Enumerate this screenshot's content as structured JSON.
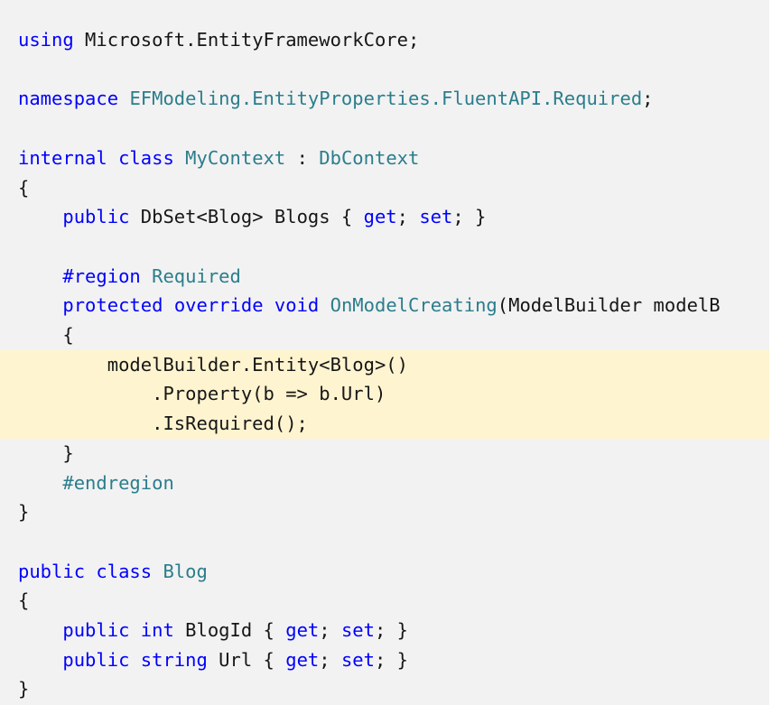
{
  "code": {
    "language": "csharp",
    "highlighted_lines": [
      11,
      12,
      13
    ],
    "lines": [
      [
        {
          "t": "using",
          "c": "kw"
        },
        {
          "t": " Microsoft.EntityFrameworkCore;",
          "c": "pl"
        }
      ],
      [],
      [
        {
          "t": "namespace",
          "c": "kw"
        },
        {
          "t": " ",
          "c": "pl"
        },
        {
          "t": "EFModeling.EntityProperties.FluentAPI.Required",
          "c": "ty"
        },
        {
          "t": ";",
          "c": "pl"
        }
      ],
      [],
      [
        {
          "t": "internal",
          "c": "kw"
        },
        {
          "t": " ",
          "c": "pl"
        },
        {
          "t": "class",
          "c": "kw"
        },
        {
          "t": " ",
          "c": "pl"
        },
        {
          "t": "MyContext",
          "c": "ty"
        },
        {
          "t": " : ",
          "c": "pl"
        },
        {
          "t": "DbContext",
          "c": "ty"
        }
      ],
      [
        {
          "t": "{",
          "c": "pl"
        }
      ],
      [
        {
          "t": "    ",
          "c": "pl"
        },
        {
          "t": "public",
          "c": "kw"
        },
        {
          "t": " DbSet<Blog> Blogs { ",
          "c": "pl"
        },
        {
          "t": "get",
          "c": "kw"
        },
        {
          "t": "; ",
          "c": "pl"
        },
        {
          "t": "set",
          "c": "kw"
        },
        {
          "t": "; }",
          "c": "pl"
        }
      ],
      [],
      [
        {
          "t": "    ",
          "c": "pl"
        },
        {
          "t": "#region",
          "c": "kw"
        },
        {
          "t": " ",
          "c": "pl"
        },
        {
          "t": "Required",
          "c": "ty"
        }
      ],
      [
        {
          "t": "    ",
          "c": "pl"
        },
        {
          "t": "protected",
          "c": "kw"
        },
        {
          "t": " ",
          "c": "pl"
        },
        {
          "t": "override",
          "c": "kw"
        },
        {
          "t": " ",
          "c": "pl"
        },
        {
          "t": "void",
          "c": "kw"
        },
        {
          "t": " ",
          "c": "pl"
        },
        {
          "t": "OnModelCreating",
          "c": "ty"
        },
        {
          "t": "(ModelBuilder modelB",
          "c": "pl"
        }
      ],
      [
        {
          "t": "    {",
          "c": "pl"
        }
      ],
      [
        {
          "t": "        modelBuilder.Entity<Blog>()",
          "c": "pl"
        }
      ],
      [
        {
          "t": "            .Property(b => b.Url)",
          "c": "pl"
        }
      ],
      [
        {
          "t": "            .IsRequired();",
          "c": "pl"
        }
      ],
      [
        {
          "t": "    }",
          "c": "pl"
        }
      ],
      [
        {
          "t": "    ",
          "c": "pl"
        },
        {
          "t": "#endregion",
          "c": "ty"
        }
      ],
      [
        {
          "t": "}",
          "c": "pl"
        }
      ],
      [],
      [
        {
          "t": "public",
          "c": "kw"
        },
        {
          "t": " ",
          "c": "pl"
        },
        {
          "t": "class",
          "c": "kw"
        },
        {
          "t": " ",
          "c": "pl"
        },
        {
          "t": "Blog",
          "c": "ty"
        }
      ],
      [
        {
          "t": "{",
          "c": "pl"
        }
      ],
      [
        {
          "t": "    ",
          "c": "pl"
        },
        {
          "t": "public",
          "c": "kw"
        },
        {
          "t": " ",
          "c": "pl"
        },
        {
          "t": "int",
          "c": "kw"
        },
        {
          "t": " BlogId { ",
          "c": "pl"
        },
        {
          "t": "get",
          "c": "kw"
        },
        {
          "t": "; ",
          "c": "pl"
        },
        {
          "t": "set",
          "c": "kw"
        },
        {
          "t": "; }",
          "c": "pl"
        }
      ],
      [
        {
          "t": "    ",
          "c": "pl"
        },
        {
          "t": "public",
          "c": "kw"
        },
        {
          "t": " ",
          "c": "pl"
        },
        {
          "t": "string",
          "c": "kw"
        },
        {
          "t": " Url { ",
          "c": "pl"
        },
        {
          "t": "get",
          "c": "kw"
        },
        {
          "t": "; ",
          "c": "pl"
        },
        {
          "t": "set",
          "c": "kw"
        },
        {
          "t": "; }",
          "c": "pl"
        }
      ],
      [
        {
          "t": "}",
          "c": "pl"
        }
      ]
    ]
  },
  "colors": {
    "background": "#f2f2f2",
    "highlight": "#fff4d0",
    "keyword": "#0101fd",
    "type": "#2b7d8c",
    "text": "#161616"
  }
}
